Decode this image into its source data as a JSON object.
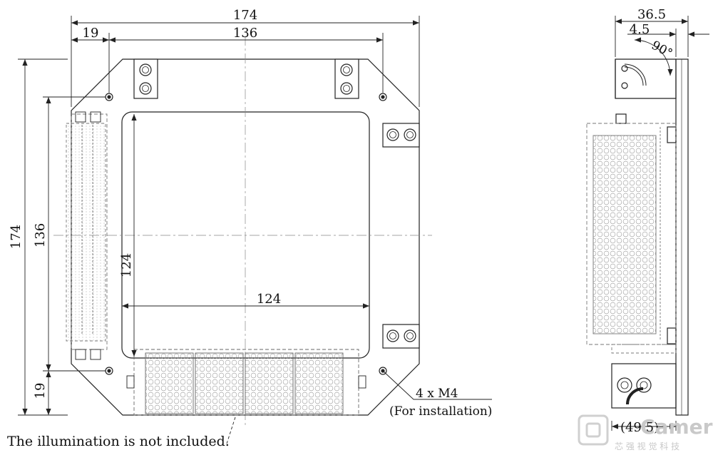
{
  "front_view": {
    "dim_overall_width": "174",
    "dim_hole_spacing_x": "136",
    "dim_left_offset": "19",
    "dim_overall_height": "174",
    "dim_hole_spacing_y": "136",
    "dim_bottom_offset": "19",
    "dim_window_height": "124",
    "dim_window_width": "124",
    "holes_callout_line1": "4 x M4",
    "holes_callout_line2": "(For installation)"
  },
  "side_view": {
    "dim_depth": "36.5",
    "dim_thickness": "4.5",
    "dim_angle": "90°",
    "dim_bottom_depth": "(49.5)"
  },
  "footnote": "The illumination is not included.",
  "watermark": {
    "brand_text": "Camera",
    "brand_subtext": "芯 强 视 觉 科 技"
  },
  "colors": {
    "line": "#222222",
    "centerline": "#888888",
    "watermark": "#c9c9c9"
  }
}
